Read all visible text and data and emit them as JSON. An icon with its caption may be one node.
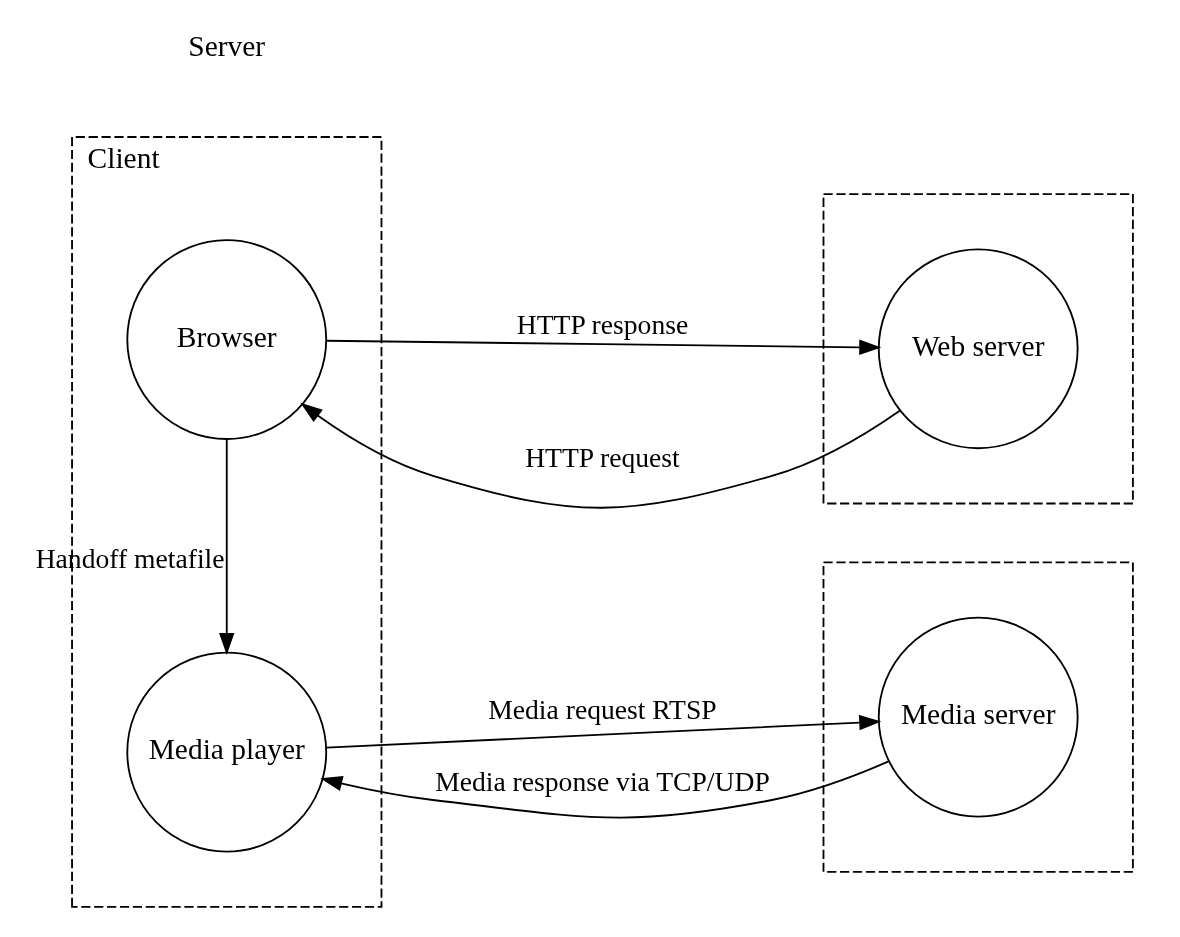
{
  "diagram": {
    "nodes": [
      {
        "text": [
          "Client"
        ]
      },
      {
        "text": [
          "Browser"
        ],
        "in": 0
      },
      {
        "text": [
          "Media player"
        ],
        "in": 0
      },
      {
        "text": [],
        "shape": "box"
      },
      {
        "text": [
          "Web server"
        ],
        "in": 3
      },
      {
        "text": [],
        "shape": "box"
      },
      {
        "text": [
          "Media server"
        ],
        "in": 5
      }
    ],
    "edges": [
      {
        "from": 4,
        "to": 1,
        "arrow": "to",
        "label": "HTTP request"
      },
      {
        "from": 1,
        "to": 4,
        "arrow": "to",
        "label": "HTTP response"
      },
      {
        "from": 1,
        "to": 2,
        "arrow": "to",
        "label": "Handoff metafile"
      },
      {
        "from": 2,
        "to": 6,
        "arrow": "to",
        "label": "Media request RTSP"
      },
      {
        "from": 6,
        "to": 2,
        "arrow": "to",
        "label": "Media response via TCP/UDP"
      }
    ],
    "labels": [
      "Server"
    ]
  }
}
